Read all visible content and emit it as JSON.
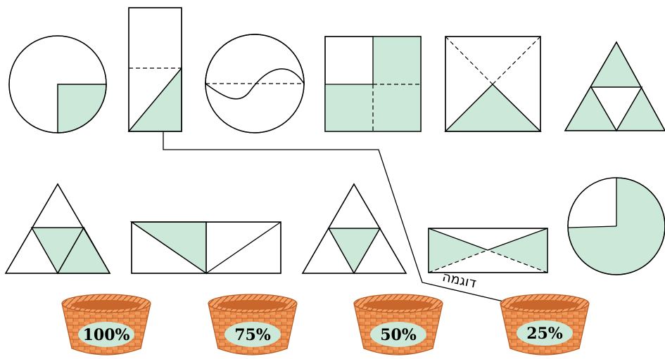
{
  "example_label": "דוגמה",
  "baskets": [
    {
      "label": "100%"
    },
    {
      "label": "75%"
    },
    {
      "label": "50%"
    },
    {
      "label": "25%"
    }
  ],
  "colors": {
    "fill": "#cce8d8",
    "stroke": "#000000",
    "basket_main": "#e8894a",
    "basket_dark": "#c9662c",
    "basket_light": "#f4b37e",
    "label_oval": "#cce8d8"
  }
}
